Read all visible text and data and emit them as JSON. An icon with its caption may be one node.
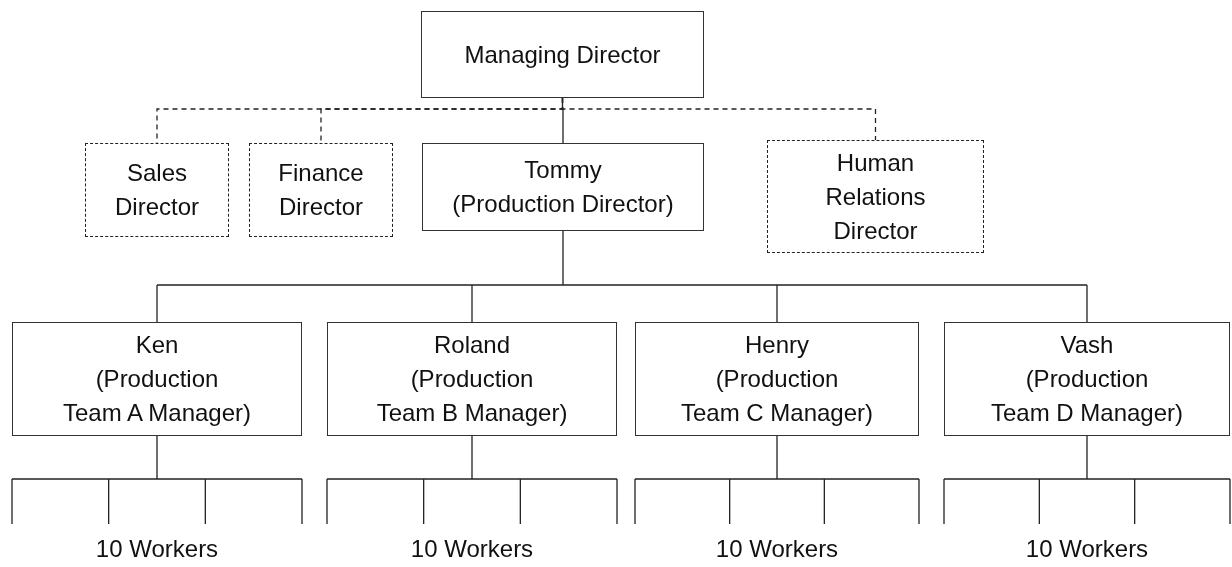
{
  "diagram": {
    "nodes": [
      {
        "text": [
          "Managing Director"
        ]
      },
      {
        "text": [
          "Sales Director"
        ]
      },
      {
        "text": [
          "Finance Director"
        ]
      },
      {
        "text": [
          "Tommy (Production Director)"
        ]
      },
      {
        "text": [
          "Human Relations Director"
        ]
      },
      {
        "text": [
          "Ken (Production Team A Manager)"
        ]
      },
      {
        "text": [
          "Roland (Production Team B Manager)"
        ]
      },
      {
        "text": [
          "Henry (Production Team C Manager)"
        ]
      },
      {
        "text": [
          "Vash (Production Team D Manager)"
        ]
      },
      {
        "text": [
          "10 Workers"
        ]
      },
      {
        "text": [
          "10 Workers"
        ]
      },
      {
        "text": [
          "10 Workers"
        ]
      },
      {
        "text": [
          "10 Workers"
        ]
      }
    ],
    "edges": [
      {
        "from": 0,
        "to": 1,
        "arrow": "none",
        "style": "dashed"
      },
      {
        "from": 0,
        "to": 2,
        "arrow": "none",
        "style": "dashed"
      },
      {
        "from": 0,
        "to": 3,
        "arrow": "none"
      },
      {
        "from": 0,
        "to": 4,
        "arrow": "none",
        "style": "dashed"
      },
      {
        "from": 3,
        "to": 5,
        "arrow": "none"
      },
      {
        "from": 3,
        "to": 6,
        "arrow": "none"
      },
      {
        "from": 3,
        "to": 7,
        "arrow": "none"
      },
      {
        "from": 3,
        "to": 8,
        "arrow": "none"
      },
      {
        "from": 5,
        "to": 9,
        "arrow": "none"
      },
      {
        "from": 6,
        "to": 10,
        "arrow": "none"
      },
      {
        "from": 7,
        "to": 11,
        "arrow": "none"
      },
      {
        "from": 8,
        "to": 12,
        "arrow": "none"
      }
    ]
  }
}
